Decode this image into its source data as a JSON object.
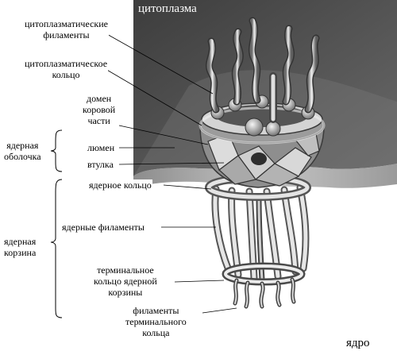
{
  "regions": {
    "cytoplasm": "цитоплазма",
    "nucleus": "ядро"
  },
  "labels": {
    "cytoplasmic_filaments": [
      "цитоплазматические",
      "филаменты"
    ],
    "cytoplasmic_ring": [
      "цитоплазматическое",
      "кольцо"
    ],
    "cortical_domain": [
      "домен",
      "коровой",
      "части"
    ],
    "lumen": "люмен",
    "spoke": "втулка",
    "nuclear_envelope": [
      "ядерная",
      "оболочка"
    ],
    "nuclear_ring": "ядерное кольцо",
    "nuclear_filaments": "ядерные филаменты",
    "nuclear_basket": [
      "ядерная",
      "корзина"
    ],
    "terminal_ring": [
      "терминальное",
      "кольцо ядерной",
      "корзины"
    ],
    "terminal_filaments": [
      "филаменты",
      "терминального",
      "кольца"
    ]
  },
  "colors": {
    "cytoplasm_bg": "#4a4a4a",
    "envelope_light": "#b9b9b9",
    "structure_light": "#e8e8e8",
    "structure_dark": "#5a5a5a"
  }
}
